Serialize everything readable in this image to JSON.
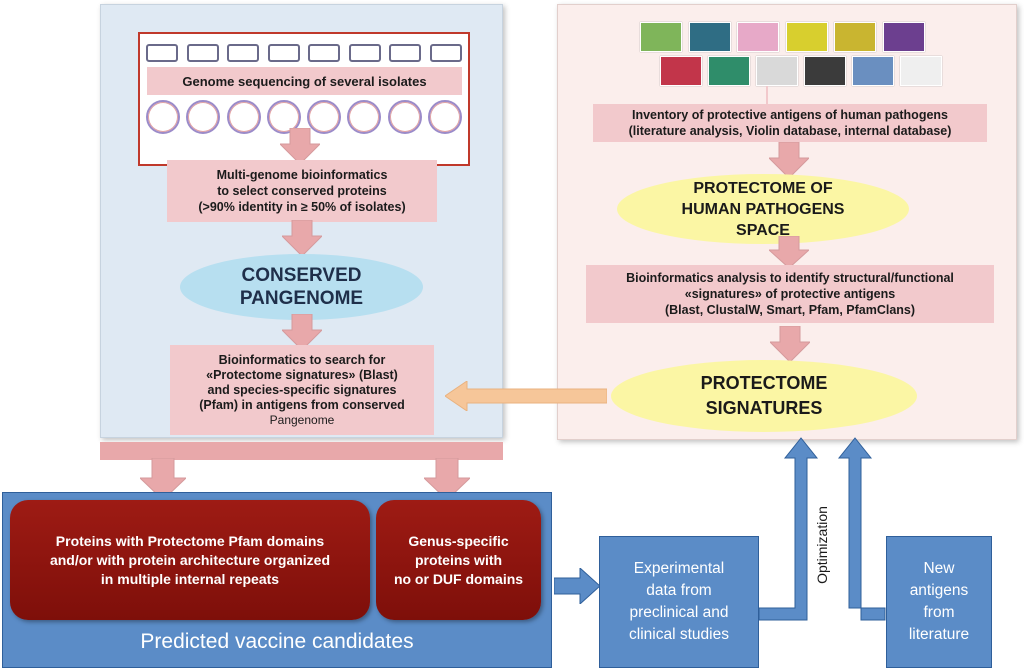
{
  "left_panel": {
    "genome_sequencing": "Genome sequencing of several isolates",
    "multi_genome_line1": "Multi-genome bioinformatics",
    "multi_genome_line2": "to select conserved proteins",
    "multi_genome_line3": "(>90% identity in ≥ 50% of isolates)",
    "conserved_line1": "CONSERVED",
    "conserved_line2": "PANGENOME",
    "bioinf_line1": "Bioinformatics  to search for",
    "bioinf_line2": "«Protectome signatures» (Blast)",
    "bioinf_line3": "and species-specific signatures",
    "bioinf_line4": "(Pfam) in antigens from conserved",
    "bioinf_line5": "Pangenome"
  },
  "right_panel": {
    "inventory_line1": "Inventory of protective antigens of human pathogens",
    "inventory_line2": "(literature analysis, Violin database, internal database)",
    "protectome_space_line1": "PROTECTOME OF",
    "protectome_space_line2": "HUMAN PATHOGENS",
    "protectome_space_line3": "SPACE",
    "analysis_line1": "Bioinformatics analysis to identify structural/functional",
    "analysis_line2": "«signatures» of protective antigens",
    "analysis_line3": "(Blast, ClustalW, Smart, Pfam, PfamClans)",
    "signatures_line1": "PROTECTOME",
    "signatures_line2": "SIGNATURES"
  },
  "candidates": {
    "box1_line1": "Proteins with Protectome Pfam domains",
    "box1_line2": "and/or with protein architecture organized",
    "box1_line3": "in multiple internal repeats",
    "box2_line1": "Genus-specific",
    "box2_line2": "proteins with",
    "box2_line3": "no or DUF domains",
    "label": "Predicted vaccine candidates"
  },
  "experimental_line1": "Experimental",
  "experimental_line2": "data from",
  "experimental_line3": "preclinical and",
  "experimental_line4": "clinical studies",
  "optimization": "Optimization",
  "new_antigens_line1": "New",
  "new_antigens_line2": "antigens",
  "new_antigens_line3": "from",
  "new_antigens_line4": "literature",
  "colors": {
    "pink_box": "#f2c9cc",
    "cyan_ellipse": "#b7dff0",
    "yellow_ellipse": "#fbf6a4",
    "dark_red": "#8a140e",
    "blue": "#5b8cc7",
    "arrow_pink": "#e8a8aa",
    "arrow_orange": "#f6c699"
  }
}
